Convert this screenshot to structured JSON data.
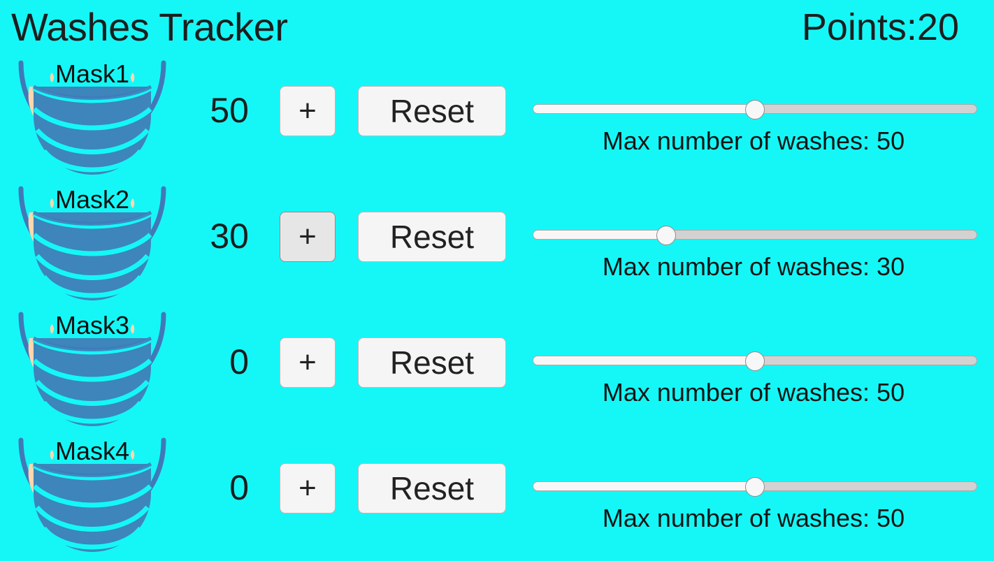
{
  "header": {
    "title": "Washes Tracker",
    "points_label": "Points:20",
    "points_value": 20
  },
  "theme": {
    "background": "#15f7f7",
    "text": "#1c1c1c",
    "mask_body": "#3d85bb",
    "mask_pleat_line": "#15f7f7",
    "mask_loop": "#4179b8",
    "mask_ear": "#ffd7ae",
    "button_bg": "#f5f5f5",
    "button_bg_active": "#e6e6e6",
    "button_border": "#b9b9b9",
    "slider_track": "#d2d2d2",
    "slider_fill": "#f7f7f7",
    "slider_thumb": "#f7f7f7"
  },
  "controls": {
    "plus_label": "+",
    "reset_label": "Reset",
    "slider_label_prefix": "Max number of washes: ",
    "slider_min": 0,
    "slider_max": 100
  },
  "rows": [
    {
      "mask_name": "Mask1",
      "count": "50",
      "plus_label": "+",
      "plus_active": false,
      "reset_label": "Reset",
      "slider_value": 50,
      "slider_percent": 50,
      "slider_label": "Max number of washes: 50",
      "max_washes": 50
    },
    {
      "mask_name": "Mask2",
      "count": "30",
      "plus_label": "+",
      "plus_active": true,
      "reset_label": "Reset",
      "slider_value": 30,
      "slider_percent": 30,
      "slider_label": "Max number of washes: 30",
      "max_washes": 30
    },
    {
      "mask_name": "Mask3",
      "count": "0",
      "plus_label": "+",
      "plus_active": false,
      "reset_label": "Reset",
      "slider_value": 50,
      "slider_percent": 50,
      "slider_label": "Max number of washes: 50",
      "max_washes": 50
    },
    {
      "mask_name": "Mask4",
      "count": "0",
      "plus_label": "+",
      "plus_active": false,
      "reset_label": "Reset",
      "slider_value": 50,
      "slider_percent": 50,
      "slider_label": "Max number of washes: 50",
      "max_washes": 50
    }
  ],
  "icons": {
    "mask": "face-mask-icon"
  }
}
